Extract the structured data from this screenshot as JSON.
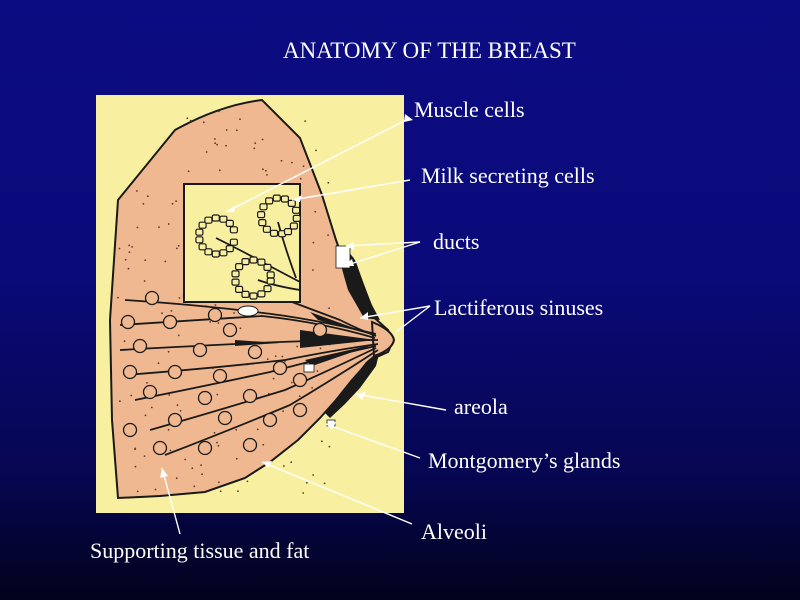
{
  "title": "ANATOMY OF THE BREAST",
  "labels": {
    "muscle_cells": "Muscle cells",
    "milk_secreting_cells": "Milk secreting cells",
    "ducts": "ducts",
    "lactiferous_sinuses": "Lactiferous sinuses",
    "areola": "areola",
    "montgomerys_glands": "Montgomery’s glands",
    "alveoli": "Alveoli",
    "supporting_tissue": "Supporting tissue and fat"
  },
  "colors": {
    "background_top": "#0c0c82",
    "background_bottom": "#02021c",
    "panel": "#f8f0a0",
    "tissue": "#f0b890",
    "inset": "#f8f0a0",
    "outline": "#1a1a1a",
    "text": "#ffffff"
  }
}
